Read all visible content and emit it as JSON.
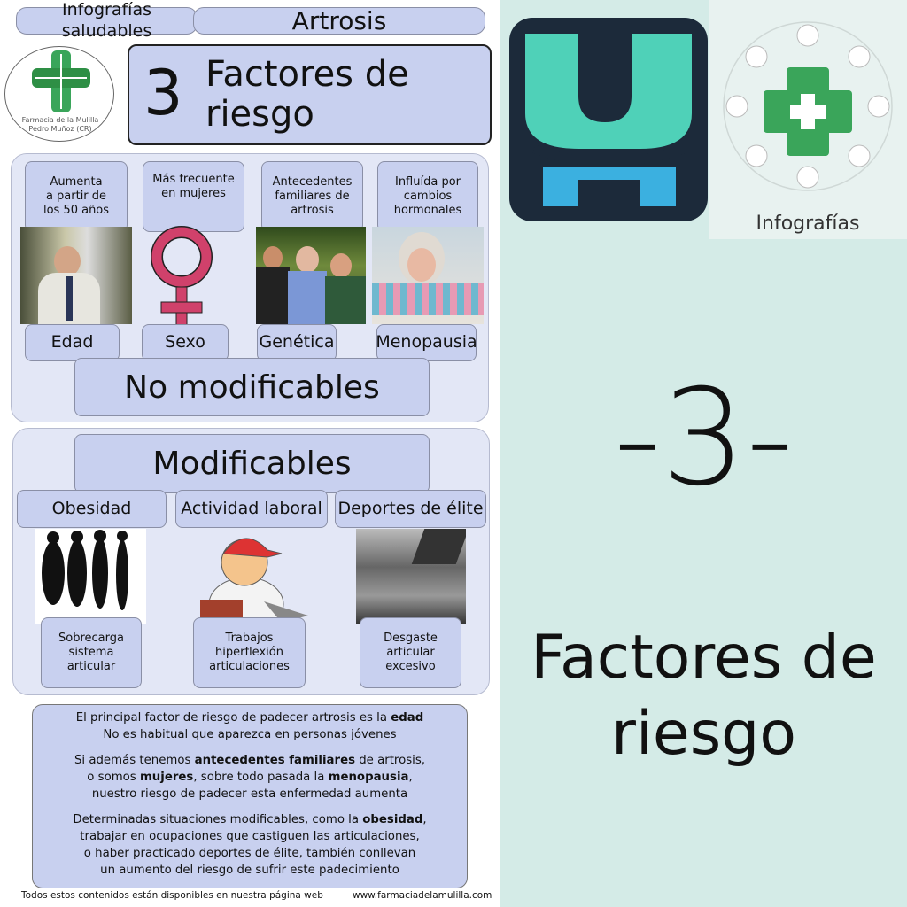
{
  "header": {
    "series": "Infografías saludables",
    "topic": "Artrosis"
  },
  "logo": {
    "line1": "Farmacia de la Mulilla",
    "line2": "Pedro Muñoz (CR)"
  },
  "title": {
    "number": "3",
    "text_line1": "Factores de",
    "text_line2": "riesgo"
  },
  "non_modifiable": {
    "heading": "No modificables",
    "factors": [
      {
        "desc": [
          "Aumenta",
          "a partir de",
          "los 50 años"
        ],
        "label": "Edad"
      },
      {
        "desc": [
          "Más frecuente",
          "en mujeres"
        ],
        "label": "Sexo"
      },
      {
        "desc": [
          "Antecedentes",
          "familiares de",
          "artrosis"
        ],
        "label": "Genética"
      },
      {
        "desc": [
          "Influída por",
          "cambios",
          "hormonales"
        ],
        "label": "Menopausia"
      }
    ]
  },
  "modifiable": {
    "heading": "Modificables",
    "factors": [
      {
        "label": "Obesidad",
        "desc": [
          "Sobrecarga",
          "sistema",
          "articular"
        ]
      },
      {
        "label": "Actividad laboral",
        "desc": [
          "Trabajos",
          "hiperflexión",
          "articulaciones"
        ]
      },
      {
        "label": "Deportes de élite",
        "desc": [
          "Desgaste",
          "articular",
          "excesivo"
        ]
      }
    ]
  },
  "summary": {
    "p1": {
      "l1a": "El principal factor de riesgo de padecer artrosis es la ",
      "l1b": "edad",
      "l2": "No es habitual que aparezca en personas jóvenes"
    },
    "p2": {
      "l1a": "Si además tenemos ",
      "l1b": "antecedentes familiares",
      "l1c": " de artrosis,",
      "l2a": "o somos ",
      "l2b": "mujeres",
      "l2c": ", sobre todo pasada la ",
      "l2d": "menopausia",
      "l2e": ",",
      "l3": "nuestro riesgo de padecer esta enfermedad aumenta"
    },
    "p3": {
      "l1a": "Determinadas situaciones modificables, como la ",
      "l1b": "obesidad",
      "l1c": ",",
      "l2": "trabajar en ocupaciones que castiguen las articulaciones,",
      "l3": "o haber practicado deportes de élite, también conllevan",
      "l4": "un aumento del riesgo de sufrir este padecimiento"
    }
  },
  "footer": {
    "left": "Todos estos contenidos están disponibles en nuestra página web",
    "right": "www.farmaciadelamulilla.com"
  },
  "right_panel": {
    "badge_label": "Infografías",
    "number": "-3-",
    "title_line1": "Factores de",
    "title_line2": "riesgo"
  },
  "colors": {
    "box": "#c8d0ef",
    "panel": "#e3e7f6",
    "right_bg": "#d4ebe7",
    "venus": "#d0416b",
    "green": "#3aa55a"
  }
}
